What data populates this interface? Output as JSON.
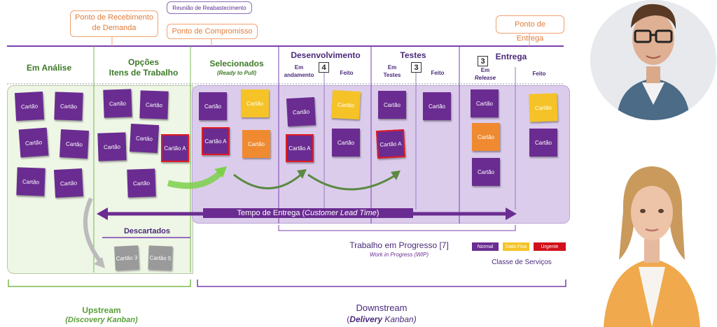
{
  "callouts": {
    "demand": "Ponto de Recebimento\nde Demanda",
    "replenish": "Reunião de Reabastecimento",
    "commitment": "Ponto de Compromisso",
    "delivery": "Ponto de Entrega"
  },
  "columns": {
    "analysis": "Em Análise",
    "options_1": "Opções",
    "options_2": "Itens de Trabalho",
    "selected": "Selecionados",
    "selected_sub": "(Ready to Pull)",
    "dev": "Desenvolvimento",
    "dev_doing_1": "Em",
    "dev_doing_2": "andamento",
    "dev_done": "Feito",
    "dev_wip": "4",
    "tests": "Testes",
    "tests_doing_1": "Em",
    "tests_doing_2": "Testes",
    "tests_done": "Feito",
    "tests_wip": "3",
    "delivery": "Entrega",
    "delivery_wip": "3",
    "release_1": "Em",
    "release_2": "Release",
    "delivery_done": "Feito",
    "discarded": "Descartados"
  },
  "cards": {
    "card": "Cartão",
    "card_a": "Cartão A",
    "card_3": "Cartão 3",
    "card_5": "Cartão 5"
  },
  "lead_time": {
    "prefix": "Tempo de Entrega (",
    "italic": "Customer Lead Time",
    "suffix": ")"
  },
  "wip_label": {
    "main": "Trabalho em Progresso [7]",
    "sub": "Work in Progress (WIP)"
  },
  "legend": {
    "normal": "Normal",
    "fixed_date": "Data Fixa",
    "urgent": "Urgente",
    "title": "Classe de Serviços",
    "normal_color": "#6a2c91",
    "fixed_date_color": "#f5c327",
    "urgent_color": "#d0101a"
  },
  "bottom": {
    "upstream": "Upstream",
    "upstream_sub": "(Discovery Kanban)",
    "downstream": "Downstream",
    "downstream_sub_open": "(",
    "downstream_sub_bold": "Delivery",
    "downstream_sub_close": " Kanban)"
  },
  "colors": {
    "purple_line": "#7a3fb0",
    "green_region": "#eaf4e1",
    "purple_region": "#d9c9ea",
    "arrow": "#6a2c91"
  }
}
